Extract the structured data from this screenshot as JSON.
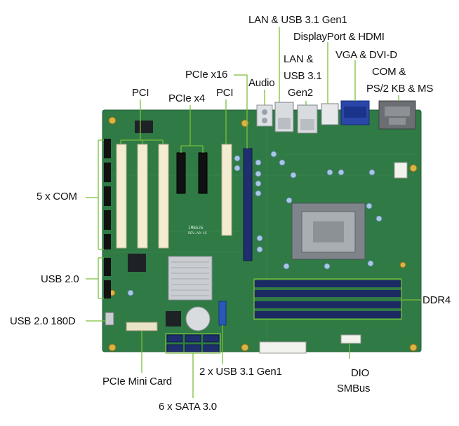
{
  "colors": {
    "pcb": "#2f7a45",
    "pcb_dark": "#256638",
    "pci_slot": "#f3ecd2",
    "pcie_slot": "#111111",
    "pcie_x16": "#1f2f6e",
    "dimm_slot": "#1c2a63",
    "callout_line": "#7bbf3a",
    "heatsink": "#c9ccd0",
    "vga_port": "#2a46a8",
    "com_port": "#6b6f74"
  },
  "board": {
    "silkscreen_model": "IMB525",
    "silkscreen_rev": "REV.A0-1C"
  },
  "labels": {
    "lan_usb31_gen1": "LAN & USB 3.1 Gen1",
    "displayport_hdmi": "DisplayPort & HDMI",
    "lan_usb31_gen2_l1": "LAN &",
    "lan_usb31_gen2_l2": "USB 3.1",
    "lan_usb31_gen2_l3": "Gen2",
    "vga_dvid": "VGA & DVI-D",
    "com_l1": "COM &",
    "com_l2": "PS/2 KB & MS",
    "pcie_x16": "PCIe x16",
    "audio": "Audio",
    "pci_left": "PCI",
    "pcie_x4": "PCIe x4",
    "pci_right": "PCI",
    "com5": "5 x COM",
    "usb20": "USB 2.0",
    "usb20_180d": "USB 2.0 180D",
    "ddr4": "DDR4",
    "pcie_mini_card": "PCIe Mini Card",
    "usb31_gen1_2x": "2 x USB 3.1 Gen1",
    "dio": "DIO",
    "smbus": "SMBus",
    "sata": "6 x SATA 3.0"
  }
}
